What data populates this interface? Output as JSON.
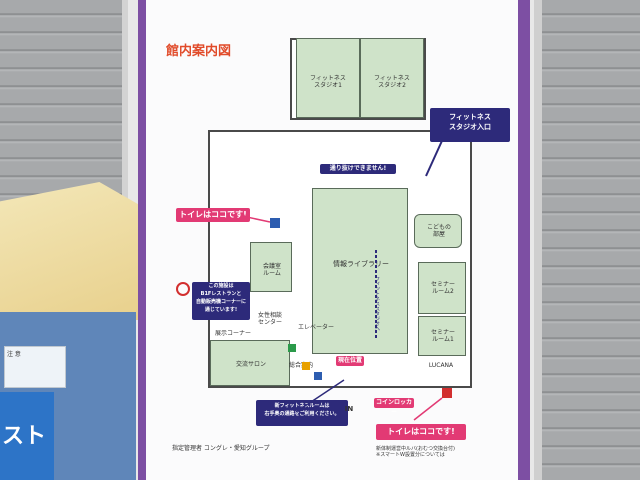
{
  "poster": {
    "title": "館内案内図",
    "rooms": {
      "fitness1": "フィットネス\nスタジオ1",
      "fitness2": "フィットネス\nスタジオ2",
      "library": "情報ライブラリー",
      "kids": "こどもの\n部屋",
      "seminar2": "セミナー\nルーム2",
      "seminar1": "セミナー\nルーム1",
      "meeting": "会議室\nルーム",
      "womens_center": "女性相談\nセンター",
      "exhibit_corner": "展示コーナー",
      "salon": "交流サロン",
      "elevator": "エレベーター",
      "info_desk": "総合案内",
      "bottom_right_room": "LUCANA"
    },
    "callouts": {
      "fitness_entrance": "フィットネス\nスタジオ入口",
      "no_pass": "通り抜けできません!",
      "toilet_top": "トイレはココです!",
      "toilet_bottom": "トイレはココです!",
      "exhibit_note": "この施設は\nB1Fレストランと\n自動販売機コーナーに\n通じています!",
      "new_fitness_note": "新フィットネスルームは\n右手奥の通路をご利用ください。",
      "current_location": "現在位置",
      "coin_locker": "コインロッカー",
      "in": "IN",
      "vertical_path": "フィットネススタジオへ"
    },
    "footer": {
      "manager": "指定管理者 コングレ・愛知グループ",
      "note": "新体制運営中ルバ(おむつ交換台付)\n※スマートW設置分については"
    }
  },
  "kiosk": {
    "label": "注 意",
    "big_text": "スト"
  }
}
